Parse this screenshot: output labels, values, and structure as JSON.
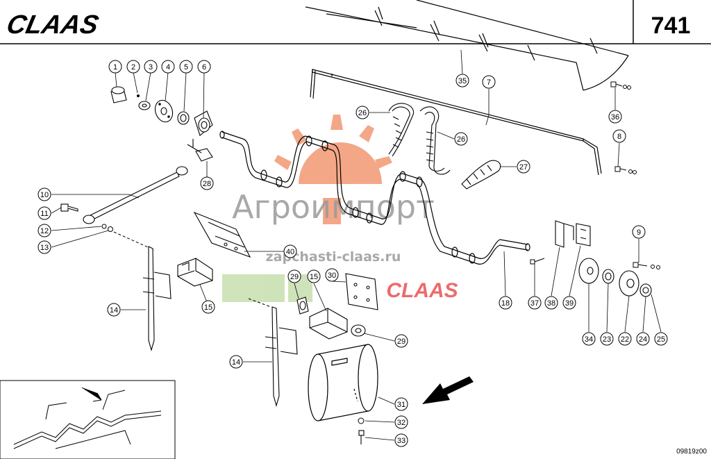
{
  "header": {
    "brand": "CLAAS",
    "page_number": "741"
  },
  "watermark": {
    "name": "Агроимпорт",
    "url": "zapchasti-claas.ru",
    "brand": "CLAAS"
  },
  "footer": {
    "drawing_code": "09819z00"
  },
  "callouts": [
    "1",
    "2",
    "3",
    "4",
    "5",
    "6",
    "7",
    "8",
    "9",
    "10",
    "11",
    "12",
    "13",
    "14",
    "14",
    "15",
    "15",
    "18",
    "22",
    "23",
    "24",
    "25",
    "26",
    "26",
    "27",
    "28",
    "29",
    "29",
    "30",
    "31",
    "32",
    "33",
    "34",
    "35",
    "36",
    "37",
    "38",
    "39",
    "40"
  ],
  "colors": {
    "line": "#000000",
    "paper": "#ffffff",
    "watermark_orange": "#f08a60",
    "watermark_green": "#c7dfae",
    "watermark_red": "#e8393c",
    "watermark_gray": "#9a9a9a"
  }
}
